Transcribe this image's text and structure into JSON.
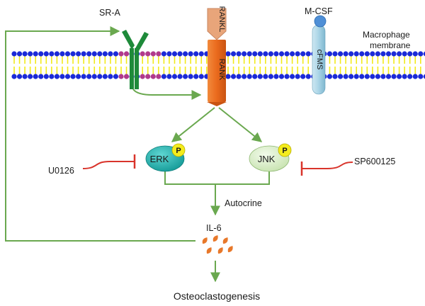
{
  "labels": {
    "sr_a": "SR-A",
    "rankl": "RANKL",
    "rank": "RANK",
    "m_csf": "M-CSF",
    "cfms": "cFMS",
    "membrane_line1": "Macrophage",
    "membrane_line2": "membrane",
    "erk": "ERK",
    "jnk": "JNK",
    "phospho": "P",
    "u0126": "U0126",
    "sp600125": "SP600125",
    "autocrine": "Autocrine",
    "il6": "IL-6",
    "osteoclastogenesis": "Osteoclastogenesis"
  },
  "colors": {
    "arrow_green": "#6aa84f",
    "inhibitor_red": "#d9342b",
    "membrane_head_blue": "#1b2ad8",
    "membrane_head_magenta": "#b03a8c",
    "membrane_tail_yellow": "#f2ea1a",
    "sr_a_green": "#1e8a3a",
    "rank_orange": "#ea6a1d",
    "rankl_tan": "#e8a57a",
    "cfms_lightblue": "#a9d4e6",
    "mcsf_blue": "#4f8fd6",
    "erk_teal": "#1fb3b0",
    "jnk_lightgreen": "#dcefc9",
    "phospho_yellow": "#f4ec1d",
    "il6_orange": "#e8782a"
  }
}
